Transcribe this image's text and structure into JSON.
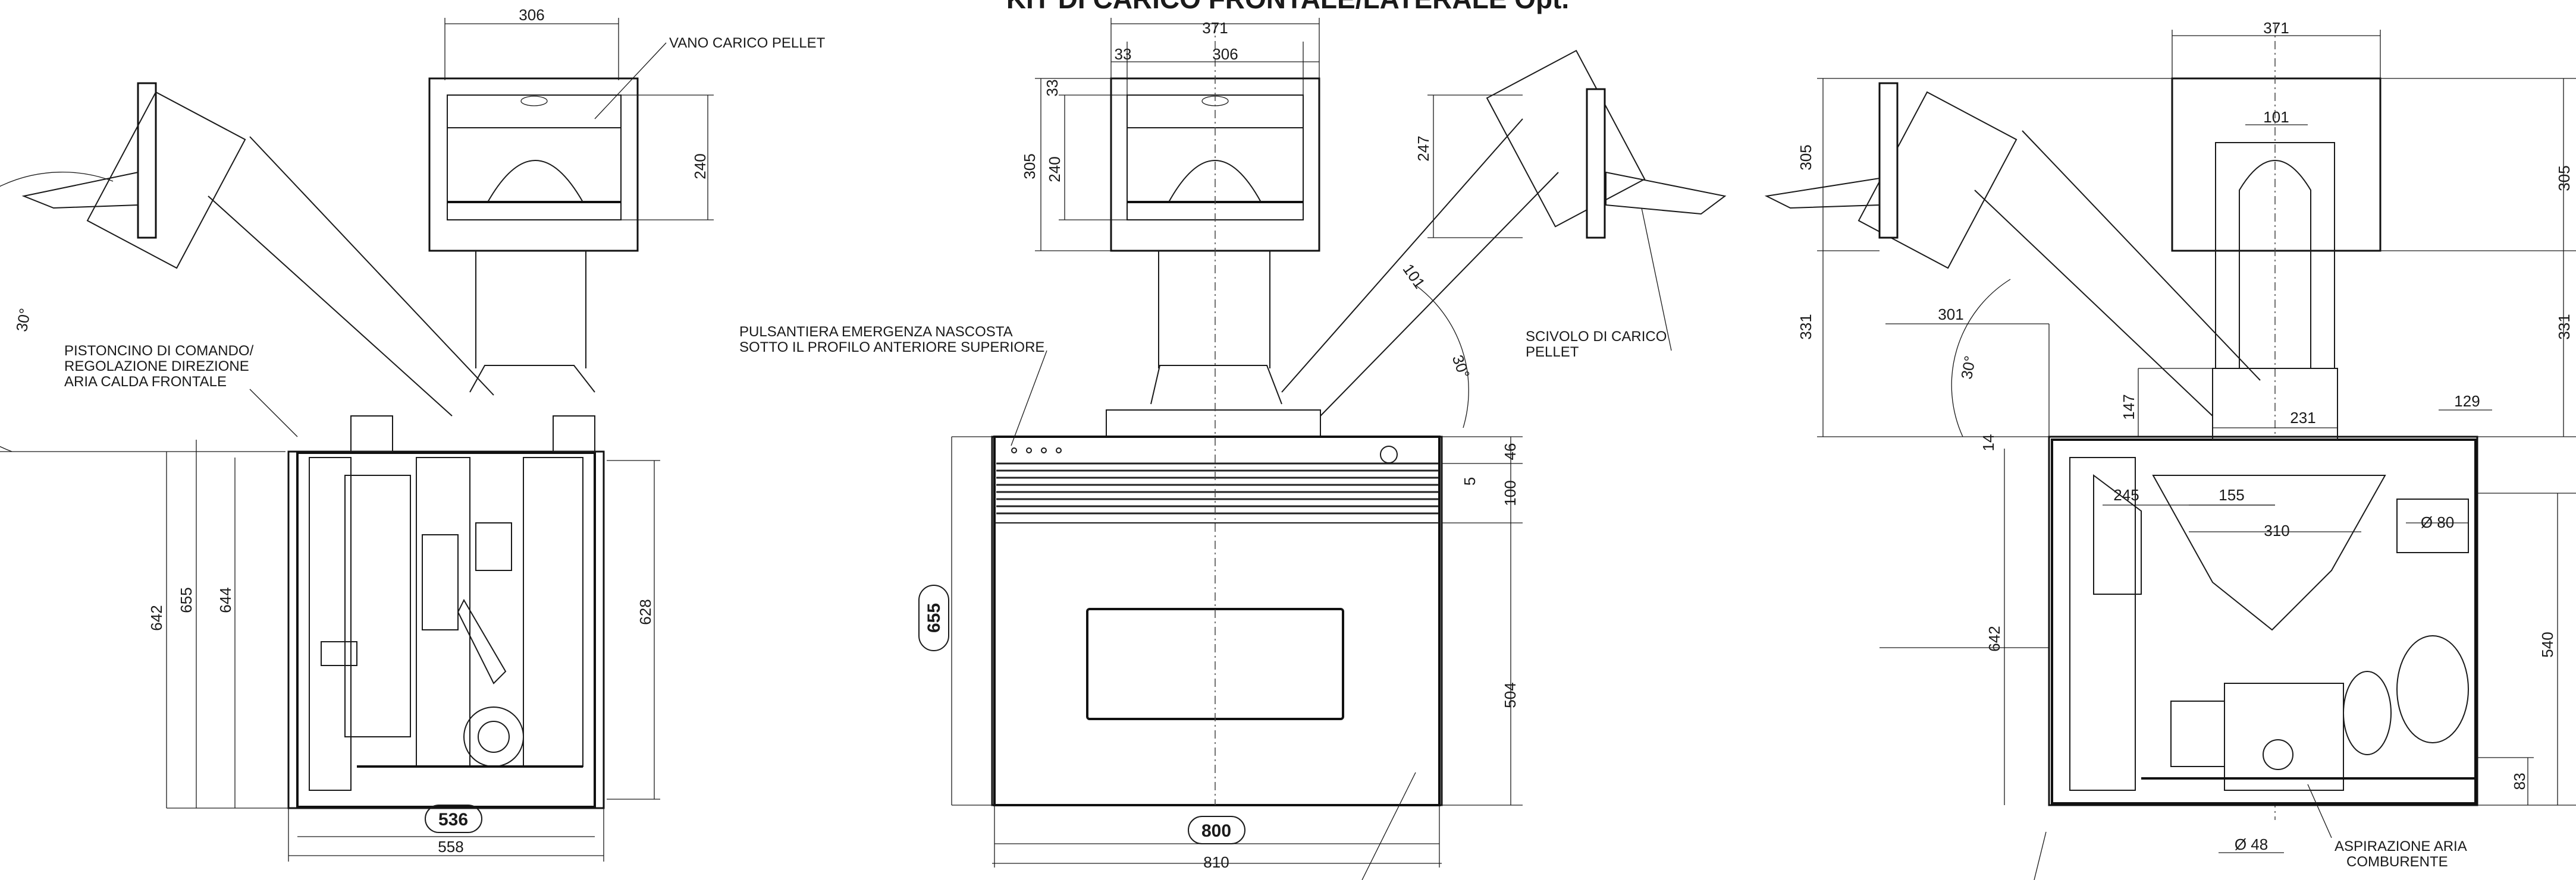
{
  "title": "KIT DI CARICO FRONTALE/LATERALE Opt.",
  "left_view": {
    "labels": {
      "vano": "VANO CARICO PELLET",
      "pistoncino_1": "PISTONCINO DI COMANDO/",
      "pistoncino_2": "REGOLAZIONE  DIREZIONE",
      "pistoncino_3": "ARIA CALDA FRONTALE"
    },
    "dims": {
      "top": "306",
      "h240": "240",
      "angle": "30°",
      "d642": "642",
      "d655": "655",
      "d644": "644",
      "d628": "628",
      "d536": "536",
      "d558": "558"
    }
  },
  "center_view": {
    "labels": {
      "puls_1": "PULSANTIERA EMERGENZA NASCOSTA",
      "puls_2": "SOTTO IL PROFILO ANTERIORE SUPERIORE",
      "scivolo_1": "SCIVOLO DI CARICO",
      "scivolo_2": "PELLET"
    },
    "dims": {
      "d371": "371",
      "d33a": "33",
      "d306": "306",
      "d33b": "33",
      "d305": "305",
      "d240": "240",
      "d247": "247",
      "d101": "101",
      "angle": "30°",
      "d46": "46",
      "d5": "5",
      "d100": "100",
      "d655": "655",
      "d504": "504",
      "d800": "800",
      "d810": "810"
    }
  },
  "right_view": {
    "labels": {
      "aspir_1": "ASPIRAZIONE ARIA",
      "aspir_2": "COMBURENTE"
    },
    "dims": {
      "d371": "371",
      "d101": "101",
      "d305l": "305",
      "d305r": "305",
      "d331l": "331",
      "d331r": "331",
      "d301": "301",
      "angle": "30°",
      "d147": "147",
      "d14": "14",
      "d231": "231",
      "d129": "129",
      "d245": "245",
      "d155": "155",
      "d310": "310",
      "dphi80": "Ø 80",
      "d642": "642",
      "d540": "540",
      "d83": "83",
      "dphi48": "Ø 48"
    }
  }
}
